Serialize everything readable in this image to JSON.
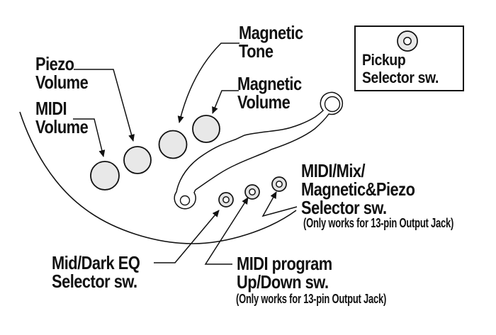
{
  "figure": {
    "colors": {
      "background": "#ffffff",
      "ink": "#111111",
      "knob_fill": "#e8e8e8",
      "switch_ring_fill": "#e3e3e3"
    },
    "labels": {
      "piezo_volume": {
        "line1": "Piezo",
        "line2": "Volume"
      },
      "midi_volume": {
        "line1": "MIDI",
        "line2": "Volume"
      },
      "magnetic_tone": {
        "line1": "Magnetic",
        "line2": "Tone"
      },
      "magnetic_volume": {
        "line1": "Magnetic",
        "line2": "Volume"
      },
      "mid_dark_eq": {
        "line1": "Mid/Dark EQ",
        "line2": "Selector sw."
      },
      "midi_program": {
        "line1": "MIDI program",
        "line2": "Up/Down sw.",
        "note": "(Only works for 13-pin Output Jack)"
      },
      "midi_mix": {
        "line1": "MIDI/Mix/",
        "line2": "Magnetic&Piezo",
        "line3": "Selector sw.",
        "note": "(Only works for 13-pin Output Jack)"
      }
    },
    "legend_box": {
      "line1": "Pickup",
      "line2": "Selector sw."
    }
  }
}
